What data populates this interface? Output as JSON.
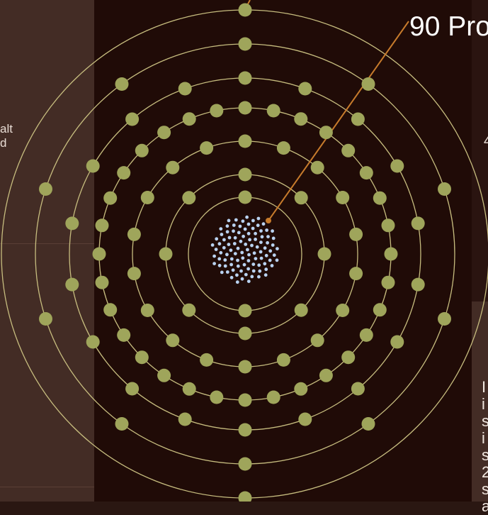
{
  "diagram": {
    "proton_label": "90 Pro",
    "shell_electrons": [
      2,
      8,
      18,
      32,
      18,
      10,
      2
    ],
    "colors": {
      "background": "#200b07",
      "orbit": "#c7bd7f",
      "electron": "#9fa55b",
      "proton": "#b9d2f0",
      "leader_line": "#c77b2c"
    }
  },
  "left_panel": {
    "text_lines": [
      "alt",
      "d"
    ]
  },
  "right_panel": {
    "mark": "4",
    "text_lines": [
      "I",
      "is",
      "is",
      "2",
      "s",
      "a"
    ]
  }
}
